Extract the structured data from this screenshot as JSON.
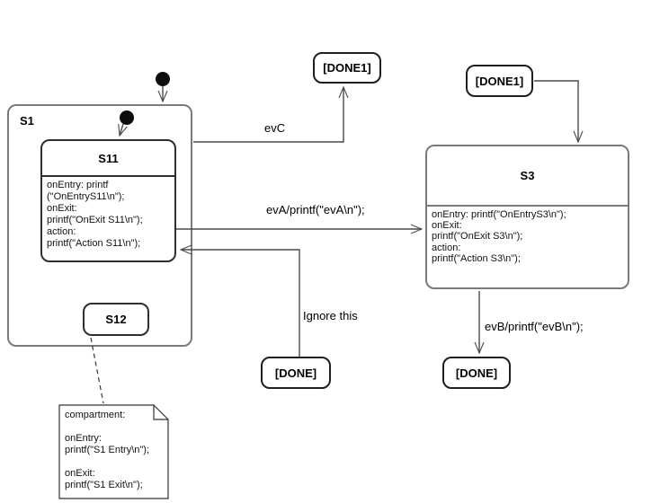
{
  "colors": {
    "composite_border": "#7a7a7a",
    "state_border": "#2e2e2e",
    "connector": "#4a4a4a",
    "text": "#111111",
    "bg": "#ffffff"
  },
  "states": {
    "s1": {
      "title": "S1"
    },
    "s11": {
      "title": "S11",
      "body": [
        "onEntry: printf",
        "(\"OnEntryS11\\n\");",
        "onExit:",
        "printf(\"OnExit S11\\n\");",
        "action:",
        "printf(\"Action S11\\n\");"
      ]
    },
    "s12": {
      "title": "S12"
    },
    "s3": {
      "title": "S3",
      "body": [
        "onEntry: printf(\"OnEntryS3\\n\");",
        "onExit:",
        "printf(\"OnExit S3\\n\");",
        "action:",
        "printf(\"Action S3\\n\");"
      ]
    },
    "done1_top": {
      "label": "[DONE1]"
    },
    "done1_right": {
      "label": "[DONE1]"
    },
    "done_left": {
      "label": "[DONE]"
    },
    "done_right": {
      "label": "[DONE]"
    }
  },
  "transitions": {
    "evC": {
      "label": "evC"
    },
    "evA": {
      "label": "evA/printf(\"evA\\n\");"
    },
    "evB": {
      "label": "evB/printf(\"evB\\n\");"
    },
    "ignore": {
      "label": "Ignore this"
    }
  },
  "note": {
    "lines": [
      "compartment:",
      "",
      "onEntry:",
      "printf(\"S1 Entry\\n\");",
      "",
      "onExit:",
      "printf(\"S1 Exit\\n\");"
    ]
  }
}
